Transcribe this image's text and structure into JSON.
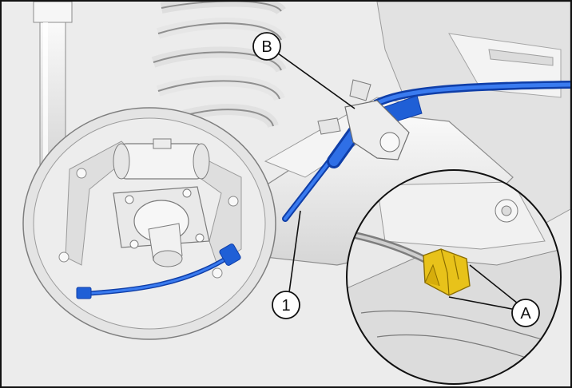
{
  "labels": {
    "callout_b": "B",
    "callout_1": "1",
    "callout_a": "A"
  },
  "colors": {
    "cable_blue": "#1f5fd6",
    "cable_blue_dark": "#0f3ea8",
    "clip_yellow": "#e8c21a",
    "line_gray": "#8a8a8a",
    "part_fill": "#e9e9e9",
    "outline": "#111111"
  }
}
